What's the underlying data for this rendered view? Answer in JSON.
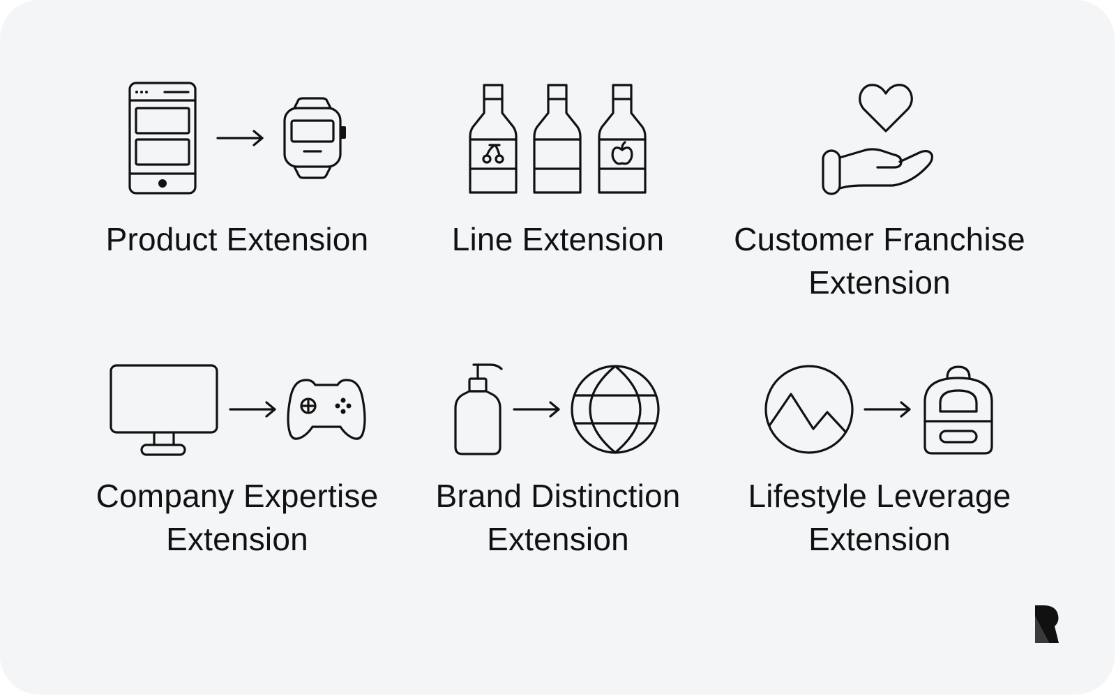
{
  "items": [
    {
      "label": "Product Extension",
      "icon_from": "smartphone-icon",
      "icon_to": "smartwatch-icon"
    },
    {
      "label": "Line Extension",
      "icons": [
        "bottle-cherry-icon",
        "bottle-plain-icon",
        "bottle-apple-icon"
      ]
    },
    {
      "label_line1": "Customer Franchise",
      "label_line2": "Extension",
      "icon": "heart-in-hand-icon"
    },
    {
      "label_line1": "Company Expertise",
      "label_line2": "Extension",
      "icon_from": "monitor-icon",
      "icon_to": "gamepad-icon"
    },
    {
      "label_line1": "Brand Distinction",
      "label_line2": "Extension",
      "icon_from": "soap-dispenser-icon",
      "icon_to": "globe-icon"
    },
    {
      "label_line1": "Lifestyle Leverage",
      "label_line2": "Extension",
      "icon_from": "mountain-photo-icon",
      "icon_to": "backpack-icon"
    }
  ],
  "colors": {
    "background": "#f4f5f7",
    "ink": "#111111"
  },
  "logo": "r-brand-logo-icon"
}
